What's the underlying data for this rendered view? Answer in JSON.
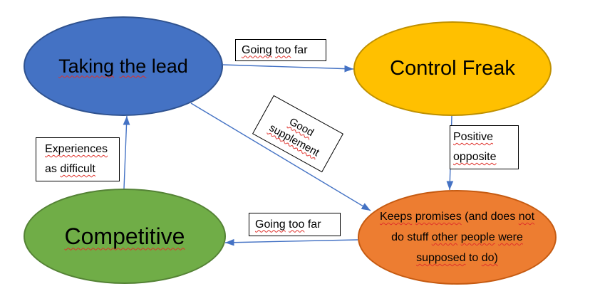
{
  "colors": {
    "canvas_bg": "#ffffff",
    "arrow": "#4472C4",
    "squiggle": "#e0312b",
    "box_border": "#000000",
    "node_text": "#000000"
  },
  "nodes": {
    "taking_the_lead": {
      "fill": "#4472C4",
      "border": "#2F528F",
      "lines": [
        [
          {
            "t": "Taking",
            "sq": true
          },
          {
            "t": "the",
            "sq": true
          },
          {
            "t": "lead",
            "sq": false
          }
        ]
      ]
    },
    "control_freak": {
      "fill": "#FFC000",
      "border": "#BF9000",
      "lines": [
        [
          {
            "t": "Control",
            "sq": false
          },
          {
            "t": "Freak",
            "sq": false
          }
        ]
      ]
    },
    "competitive": {
      "fill": "#70AD47",
      "border": "#548235",
      "lines": [
        [
          {
            "t": "Competitive",
            "sq": true
          }
        ]
      ]
    },
    "keeps_promises": {
      "fill": "#ED7D31",
      "border": "#C55A11",
      "lines": [
        [
          {
            "t": "Keeps",
            "sq": true
          },
          {
            "t": "promises",
            "sq": true
          },
          {
            "t": "(and",
            "sq": false
          },
          {
            "t": "does",
            "sq": false
          },
          {
            "t": "not",
            "sq": true
          }
        ],
        [
          {
            "t": "do",
            "sq": false
          },
          {
            "t": "stuff",
            "sq": false
          },
          {
            "t": "other",
            "sq": true
          },
          {
            "t": "people",
            "sq": true
          },
          {
            "t": "were",
            "sq": true
          }
        ],
        [
          {
            "t": "supposed",
            "sq": true
          },
          {
            "t": "to",
            "sq": false
          },
          {
            "t": "do)",
            "sq": true
          }
        ]
      ]
    }
  },
  "edge_labels": {
    "going_too_far_top": {
      "lines": [
        [
          {
            "t": "Going",
            "sq": true
          },
          {
            "t": "too",
            "sq": true
          },
          {
            "t": "far",
            "sq": false
          }
        ]
      ]
    },
    "good_supplement": {
      "lines": [
        [
          {
            "t": "Good",
            "sq": true
          }
        ],
        [
          {
            "t": "supplement",
            "sq": true
          }
        ]
      ]
    },
    "positive_opposite": {
      "lines": [
        [
          {
            "t": "Positive",
            "sq": true
          }
        ],
        [
          {
            "t": "opposite",
            "sq": true
          }
        ]
      ]
    },
    "experiences_as_difficult": {
      "lines": [
        [
          {
            "t": "Experiences",
            "sq": true
          }
        ],
        [
          {
            "t": "as",
            "sq": false
          },
          {
            "t": "difficult",
            "sq": true
          }
        ]
      ]
    },
    "going_too_far_bottom": {
      "lines": [
        [
          {
            "t": "Going",
            "sq": true
          },
          {
            "t": "too",
            "sq": true
          },
          {
            "t": "far",
            "sq": false
          }
        ]
      ]
    }
  }
}
